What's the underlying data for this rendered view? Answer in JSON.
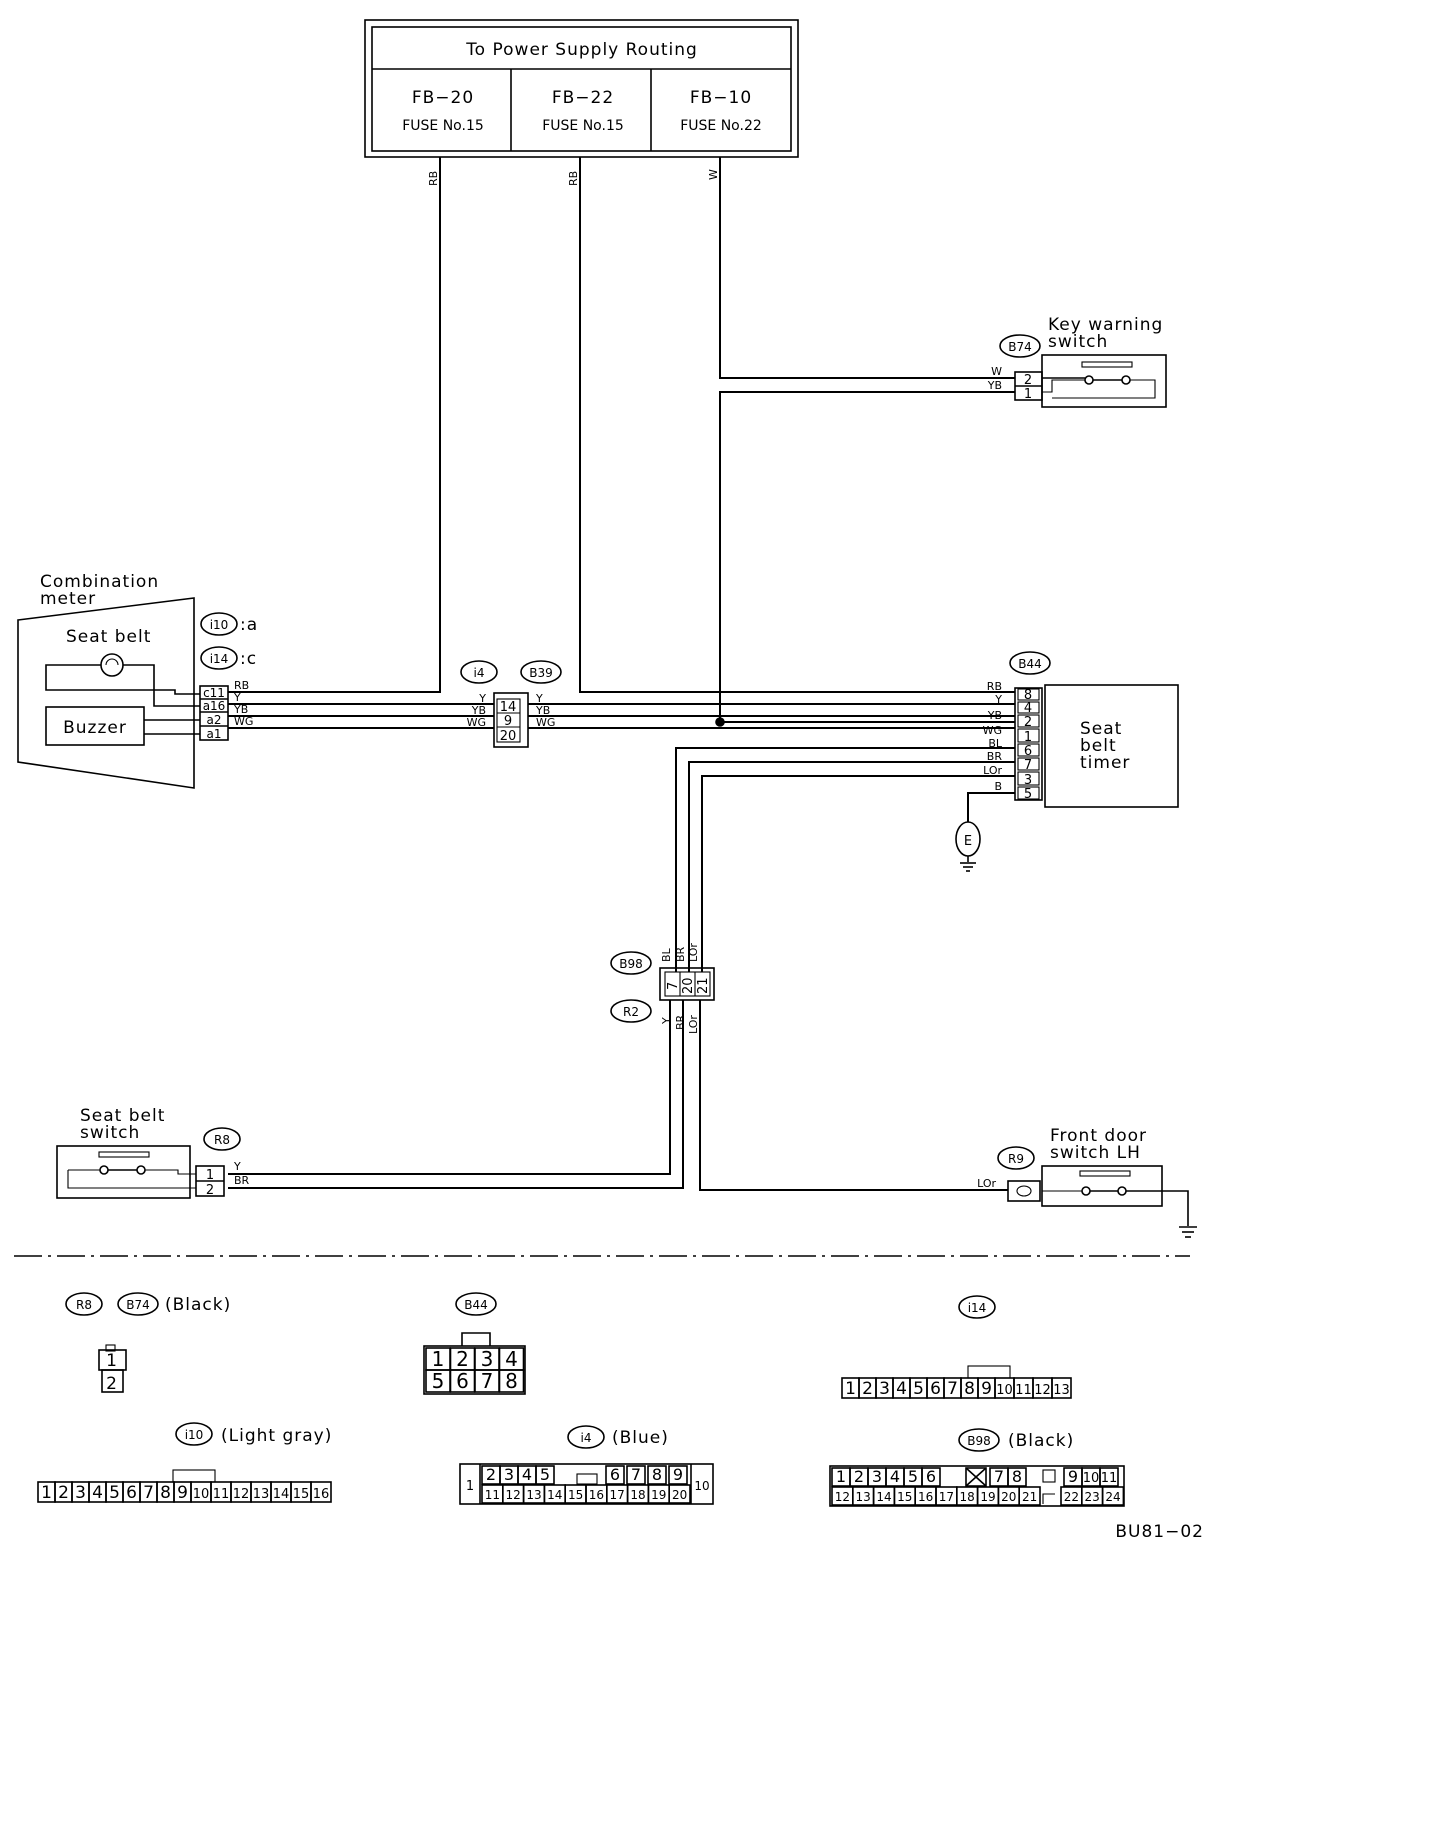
{
  "power_box": {
    "title": "To Power Supply Routing",
    "fuses": [
      {
        "name": "FB−20",
        "fuse": "FUSE No.15"
      },
      {
        "name": "FB−22",
        "fuse": "FUSE No.15"
      },
      {
        "name": "FB−10",
        "fuse": "FUSE No.22"
      }
    ]
  },
  "wire_colors": {
    "rb": "RB",
    "w": "W",
    "y": "Y",
    "yb": "YB",
    "wg": "WG",
    "bl": "BL",
    "br": "BR",
    "lor": "LOr",
    "b": "B"
  },
  "key_warning_switch": {
    "label_line1": "Key warning",
    "label_line2": "switch",
    "connector": "B74",
    "pins": [
      "2",
      "1"
    ]
  },
  "combination_meter": {
    "label_line1": "Combination",
    "label_line2": "meter",
    "seat_belt": "Seat belt",
    "buzzer": "Buzzer",
    "connector_a": "i10",
    "connector_a_suffix": ":a",
    "connector_c": "i14",
    "connector_c_suffix": ":c",
    "pins": [
      "c11",
      "a16",
      "a2",
      "a1"
    ]
  },
  "junction_i4": {
    "connector": "i4",
    "pins": [
      "14",
      "9",
      "20"
    ]
  },
  "junction_b39": {
    "connector": "B39"
  },
  "seat_belt_timer": {
    "label_line1": "Seat",
    "label_line2": "belt",
    "label_line3": "timer",
    "connector": "B44",
    "pins": [
      "8",
      "4",
      "2",
      "1",
      "6",
      "7",
      "3",
      "5"
    ],
    "ground": "E"
  },
  "junction_b98": {
    "connector": "B98",
    "connector2": "R2",
    "pins": [
      "7",
      "20",
      "21"
    ]
  },
  "seat_belt_switch": {
    "label_line1": "Seat belt",
    "label_line2": "switch",
    "connector": "R8",
    "pins": [
      "1",
      "2"
    ]
  },
  "front_door_switch": {
    "label_line1": "Front door",
    "label_line2": "switch LH",
    "connector": "R9"
  },
  "connector_views": {
    "r8_b74": {
      "c1": "R8",
      "c2": "B74",
      "color": "(Black)",
      "pins": [
        "1",
        "2"
      ]
    },
    "b44": {
      "connector": "B44",
      "row1": [
        "1",
        "2",
        "3",
        "4"
      ],
      "row2": [
        "5",
        "6",
        "7",
        "8"
      ]
    },
    "i14": {
      "connector": "i14",
      "pins": [
        "1",
        "2",
        "3",
        "4",
        "5",
        "6",
        "7",
        "8",
        "9",
        "10",
        "11",
        "12",
        "13"
      ]
    },
    "i10": {
      "connector": "i10",
      "color": "(Light gray)",
      "pins": [
        "1",
        "2",
        "3",
        "4",
        "5",
        "6",
        "7",
        "8",
        "9",
        "10",
        "11",
        "12",
        "13",
        "14",
        "15",
        "16"
      ]
    },
    "i4": {
      "connector": "i4",
      "color": "(Blue)",
      "pin_left": "1",
      "pin_right": "10",
      "row1": [
        "2",
        "3",
        "4",
        "5",
        "6",
        "7",
        "8",
        "9"
      ],
      "row2": [
        "11",
        "12",
        "13",
        "14",
        "15",
        "16",
        "17",
        "18",
        "19",
        "20"
      ]
    },
    "b98": {
      "connector": "B98",
      "color": "(Black)",
      "row1": [
        "1",
        "2",
        "3",
        "4",
        "5",
        "6",
        "7",
        "8",
        "9",
        "10",
        "11"
      ],
      "row2": [
        "12",
        "13",
        "14",
        "15",
        "16",
        "17",
        "18",
        "19",
        "20",
        "21",
        "22",
        "23",
        "24"
      ]
    }
  },
  "diagram_code": "BU81−02"
}
